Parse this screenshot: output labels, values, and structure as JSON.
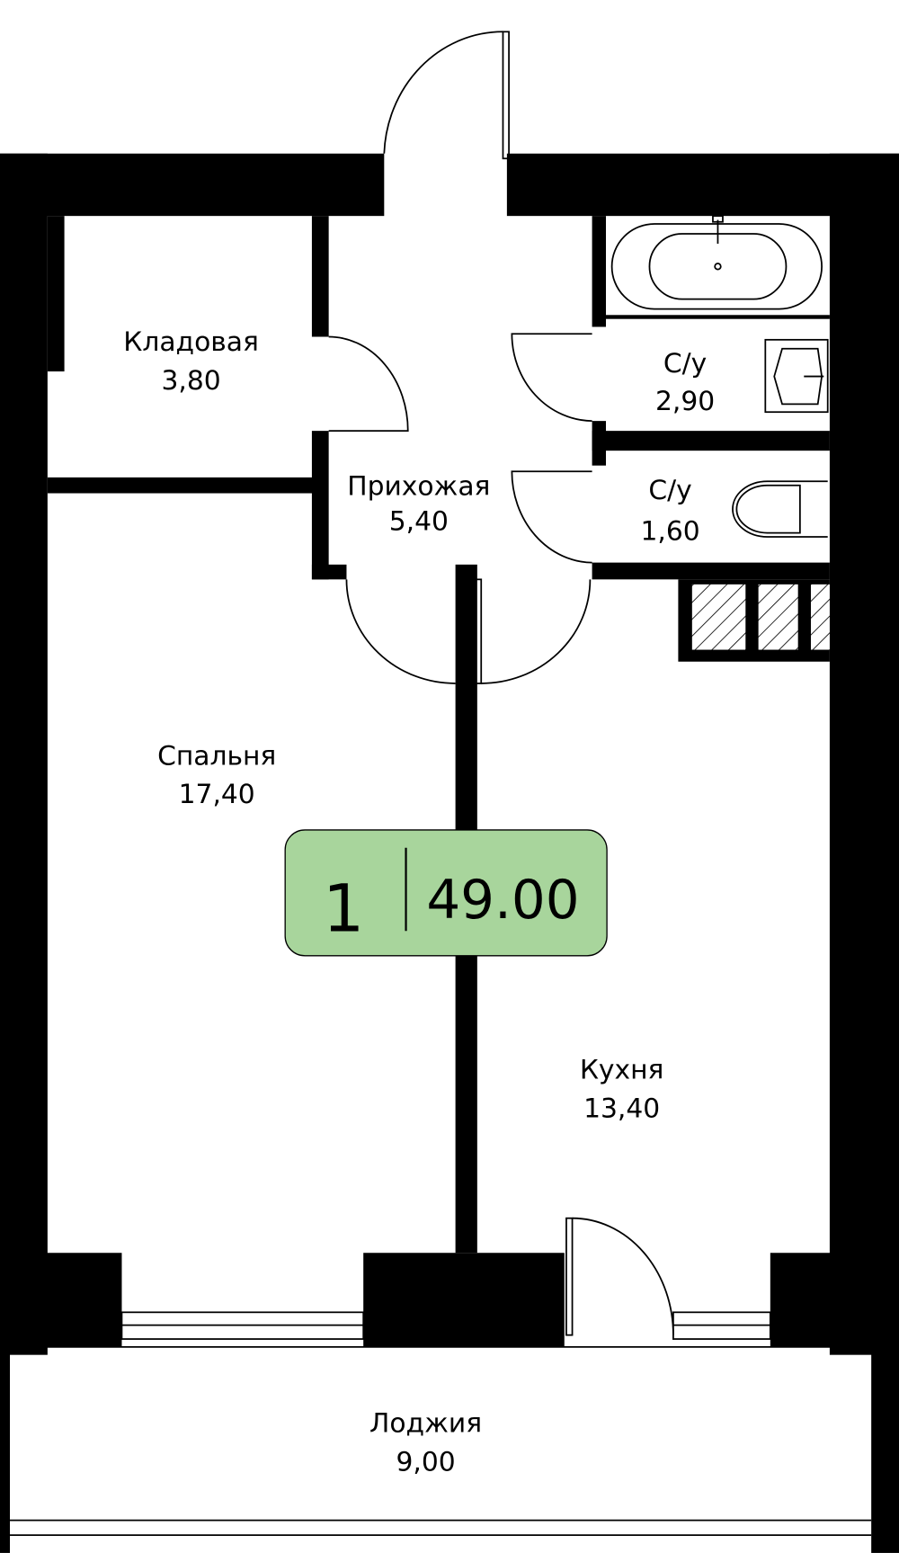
{
  "plan": {
    "rooms": [
      {
        "name": "Кладовая",
        "area": "3,80"
      },
      {
        "name": "Прихожая",
        "area": "5,40"
      },
      {
        "name": "С/у",
        "area": "2,90"
      },
      {
        "name": "С/у",
        "area": "1,60"
      },
      {
        "name": "Спальня",
        "area": "17,40"
      },
      {
        "name": "Кухня",
        "area": "13,40"
      },
      {
        "name": "Лоджия",
        "area": "9,00"
      }
    ],
    "badge": {
      "rooms": "1",
      "total_area": "49.00",
      "color": "#a8d59c"
    }
  }
}
